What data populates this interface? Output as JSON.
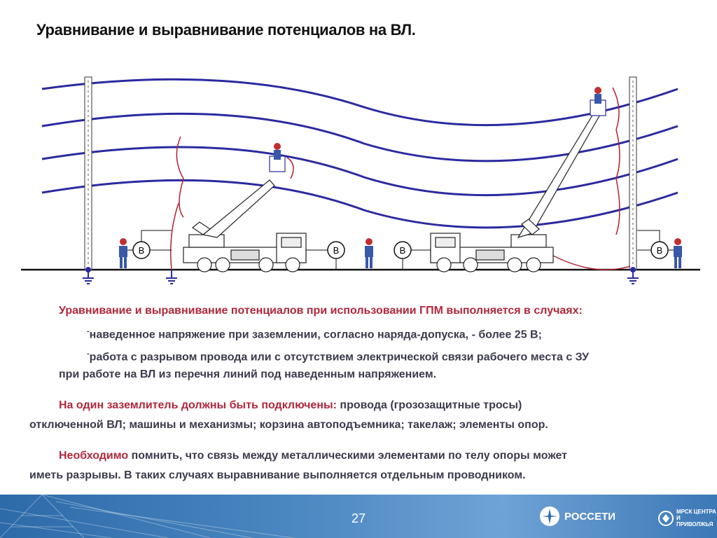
{
  "title": "Уравнивание и выравнивание потенциалов на ВЛ.",
  "diagram": {
    "meter_label": "В"
  },
  "text": {
    "p1_intro": "Уравнивание и выравнивание потенциалов при использовании ГПМ выполняется в случаях:",
    "bullet1": "наведенное напряжение при заземлении, согласно наряда-допуска, - более 25 В;",
    "bullet2_line1": "работа с разрывом провода или с отсутствием электрической связи рабочего места с ЗУ",
    "bullet2_line2": "при работе на ВЛ из перечня линий под наведенным напряжением.",
    "p2_red": "На один заземлитель должны быть подключены:",
    "p2_rest_line1": " провода  (грозозащитные тросы)",
    "p2_line2": "отключенной ВЛ; машины и механизмы; корзина автоподъемника; такелаж; элементы опор.",
    "p3_line1": "Необходимо  помнить, что связь между металлическими элементами по телу опоры может",
    "p3_line2": "иметь разрывы. В таких случаях выравнивание  выполняется отдельным проводником."
  },
  "footer": {
    "page_number": "27",
    "logo_rosseti": "РОССЕТИ",
    "logo_mrsk": "МРСК ЦЕНТРА И ПРИВОЛЖЬЯ"
  }
}
